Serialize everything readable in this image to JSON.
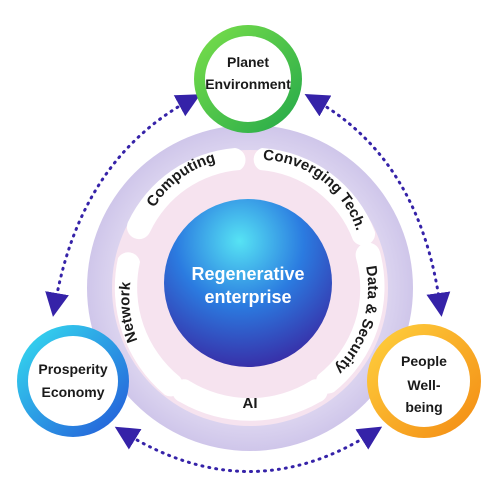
{
  "center": {
    "line1": "Regenerative",
    "line2": "enterprise"
  },
  "segments": {
    "computing": "Computing",
    "converging": "Converging Tech.",
    "data_security": "Data & Security",
    "ai": "AI",
    "network": "Network"
  },
  "nodes": {
    "planet": {
      "line1": "Planet",
      "line2": "Environment"
    },
    "people": {
      "line1": "People",
      "line2": "Well-",
      "line3": "being"
    },
    "prosperity": {
      "line1": "Prosperity",
      "line2": "Economy"
    }
  },
  "colors": {
    "ring": "#d9d3ee",
    "inner_pink": "#f7e2ef",
    "pill": "#ffffff",
    "center_light": "#4ed0ee",
    "center_mid": "#2e4fd6",
    "center_dark": "#3a1f9c",
    "planet_ring": "#4cc63f",
    "people_ring": "#f6a51c",
    "prosperity_ring": "#2aa7e8",
    "arrows": "#3522a8",
    "text_dark": "#1a1a1a",
    "center_text": "#ffffff"
  }
}
